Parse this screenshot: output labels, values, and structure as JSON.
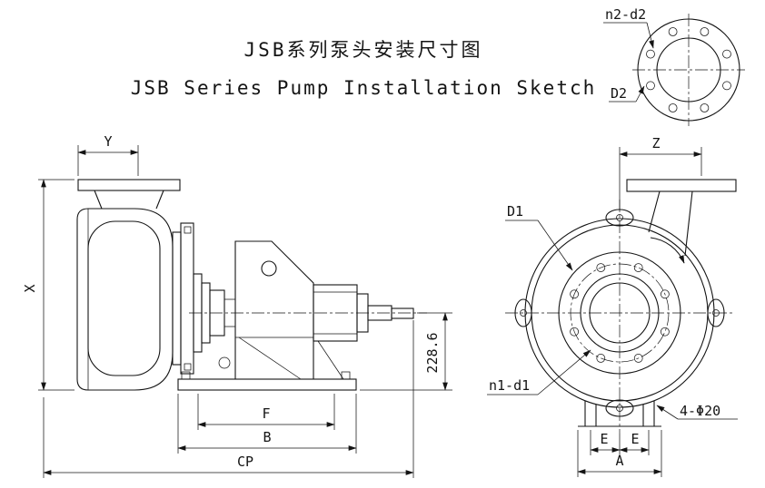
{
  "title": {
    "zh": "JSB系列泵头安装尺寸图",
    "en": "JSB Series Pump Installation Sketch"
  },
  "flange_detail": {
    "bolt_label": "n2-d2",
    "diameter_label": "D2"
  },
  "side_view": {
    "dim_y": "Y",
    "dim_x": "X",
    "dim_f": "F",
    "dim_b": "B",
    "dim_cp": "CP",
    "dim_center_height": "228.6"
  },
  "end_view": {
    "dim_z": "Z",
    "flange_diameter_label": "D1",
    "bolt_label": "n1-d1",
    "anchor_bolt_label": "4-Φ20",
    "dim_e_left": "E",
    "dim_e_right": "E",
    "dim_a": "A"
  }
}
